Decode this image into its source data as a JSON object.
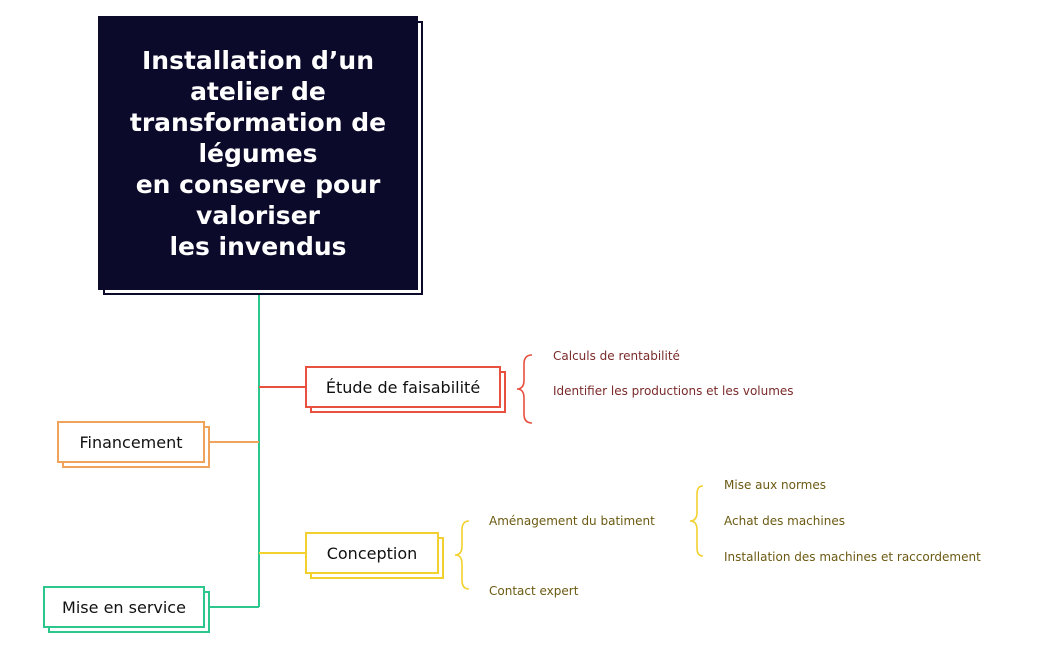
{
  "root": {
    "title": "Installation d’un\natelier de\ntransformation de\nlégumes\nen conserve pour\nvaloriser\nles invendus"
  },
  "branches": {
    "etude": {
      "label": "Étude de faisabilité",
      "children": [
        "Calculs de rentabilité",
        "Identifier les productions et les volumes"
      ]
    },
    "financement": {
      "label": "Financement"
    },
    "conception": {
      "label": "Conception",
      "children": [
        {
          "label": "Aménagement du batiment",
          "children": [
            "Mise aux normes",
            "Achat des machines",
            "Installation des machines et raccordement"
          ]
        },
        {
          "label": "Contact expert"
        }
      ]
    },
    "mise_en_service": {
      "label": "Mise en service"
    }
  },
  "colors": {
    "root_bg": "#0b0a2a",
    "trunk": "#2cc78c",
    "etude": "#e8503f",
    "financement": "#f0a35a",
    "conception": "#f2d12f",
    "mise_en_service": "#2cc78c",
    "leaf_red_text": "#7a2a2a",
    "leaf_olive_text": "#6b5a12"
  }
}
